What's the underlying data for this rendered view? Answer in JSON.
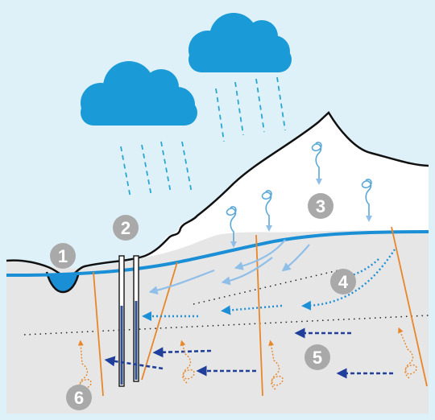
{
  "markers": [
    {
      "id": "marker-1",
      "label": "1"
    },
    {
      "id": "marker-2",
      "label": "2"
    },
    {
      "id": "marker-3",
      "label": "3"
    },
    {
      "id": "marker-4",
      "label": "4"
    },
    {
      "id": "marker-5",
      "label": "5"
    },
    {
      "id": "marker-6",
      "label": "6"
    }
  ],
  "colors": {
    "sky": "#dff1f8",
    "ground": "#e6e6e6",
    "snow": "#ffffff",
    "cloud": "#1a9ad6",
    "rain": "#2aa6d2",
    "water_table": "#1b8fd6",
    "shallow_flow": "#8fbfe8",
    "mid_flow": "#1c8fd6",
    "deep_flow": "#1f3f9a",
    "fracture": "#e8862a",
    "marker": "#a9a9a9",
    "outline": "#111111"
  }
}
